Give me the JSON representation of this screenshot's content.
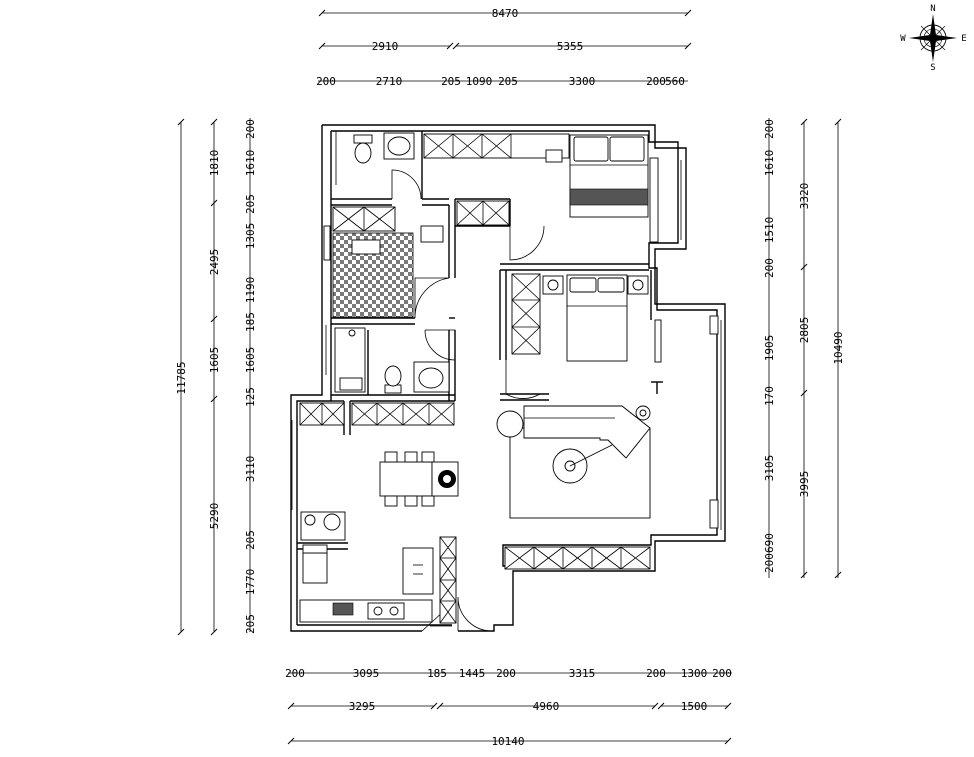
{
  "compass": {
    "north": "N",
    "south": "S",
    "east": "E",
    "west": "W"
  },
  "dimensions": {
    "top": {
      "overall": "8470",
      "mid": [
        "2910",
        "5355"
      ],
      "detail": [
        "200",
        "2710",
        "205",
        "1090",
        "205",
        "3300",
        "200",
        "560"
      ]
    },
    "bottom": {
      "detail": [
        "200",
        "3095",
        "185",
        "1445",
        "200",
        "3315",
        "200",
        "1300",
        "200"
      ],
      "mid": [
        "3295",
        "4960",
        "1500"
      ],
      "overall": "10140"
    },
    "left": {
      "overall": "11785",
      "mid": [
        "1810",
        "2495",
        "1605",
        "5290"
      ],
      "detail": [
        "200",
        "1610",
        "205",
        "1305",
        "1190",
        "185",
        "1605",
        "125",
        "3110",
        "205",
        "1770",
        "205"
      ]
    },
    "right": {
      "detail": [
        "200",
        "1610",
        "1510",
        "200",
        "1905",
        "170",
        "3105",
        "200",
        "690"
      ],
      "mid": [
        "3320",
        "2805",
        "3995"
      ],
      "overall": "10490"
    }
  }
}
